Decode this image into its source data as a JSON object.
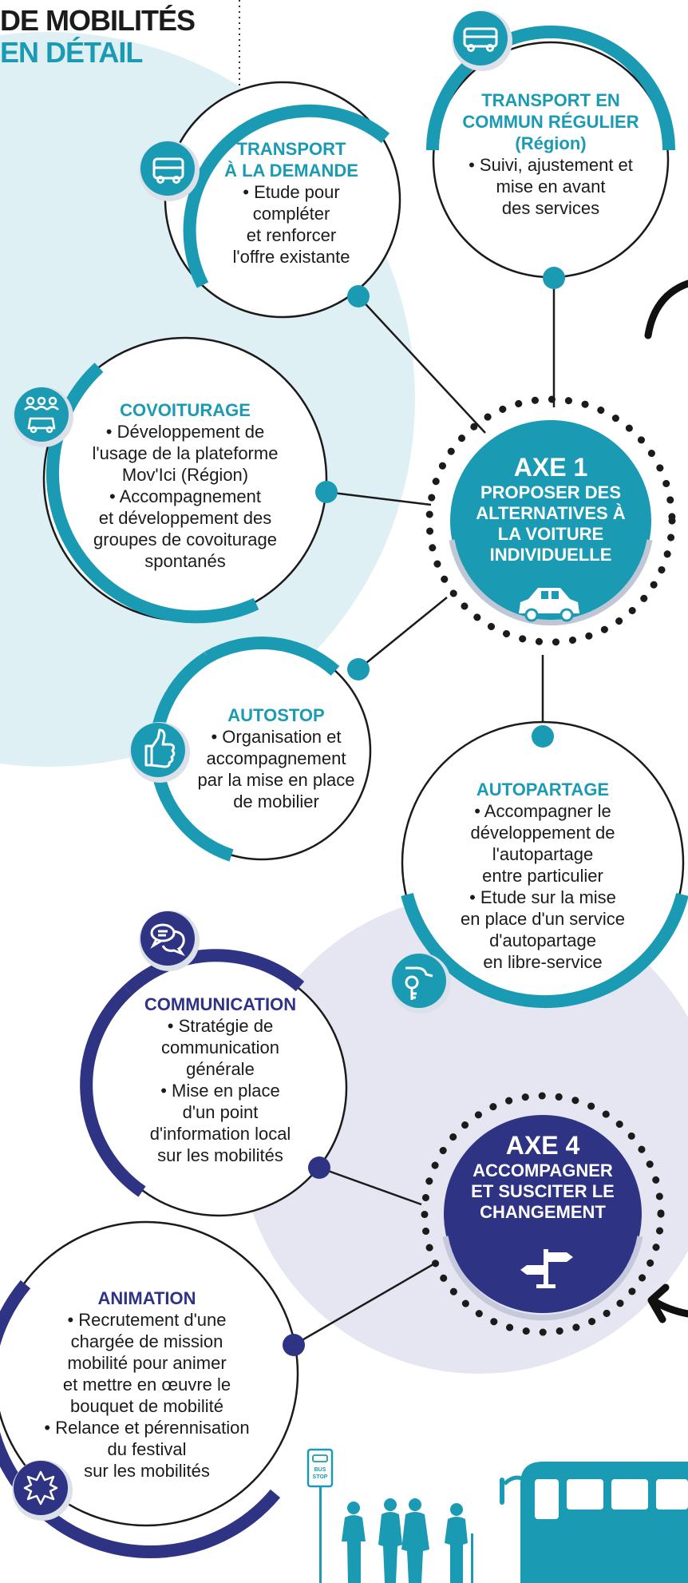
{
  "header": {
    "line1": "DE MOBILITÉS",
    "line2": "EN DÉTAIL"
  },
  "colors": {
    "teal": "#1a9bb3",
    "navy": "#2e3384",
    "light_teal_bg": "#dff0f5",
    "lavender_bg": "#e6e5f2"
  },
  "axes": [
    {
      "id": "axe1",
      "number": "AXE 1",
      "text": [
        "PROPOSER DES",
        "ALTERNATIVES À",
        "LA VOITURE",
        "INDIVIDUELLE"
      ],
      "icon": "car-icon"
    },
    {
      "id": "axe4",
      "number": "AXE 4",
      "text": [
        "ACCOMPAGNER",
        "ET SUSCITER LE",
        "CHANGEMENT"
      ],
      "icon": "signpost-icon"
    }
  ],
  "actions": {
    "tad": {
      "title": [
        "TRANSPORT",
        "À LA DEMANDE"
      ],
      "body": [
        "• Etude pour",
        "compléter",
        "et renforcer",
        "l'offre existante"
      ],
      "icon": "bus-icon"
    },
    "tcr": {
      "title": [
        "TRANSPORT EN",
        "COMMUN RÉGULIER",
        "(Région)"
      ],
      "body": [
        "• Suivi, ajustement et",
        "mise en avant",
        "des services"
      ],
      "icon": "bus-icon"
    },
    "covoiturage": {
      "title": [
        "COVOITURAGE"
      ],
      "body": [
        "• Développement de",
        "l'usage de la plateforme",
        "Mov'Ici (Région)",
        "• Accompagnement",
        "et développement des",
        "groupes de covoiturage",
        "spontanés"
      ],
      "icon": "carpool-icon"
    },
    "autostop": {
      "title": [
        "AUTOSTOP"
      ],
      "body": [
        "• Organisation et",
        "accompagnement",
        "par la mise en place",
        "de mobilier"
      ],
      "icon": "thumbs-up-icon"
    },
    "autopartage": {
      "title": [
        "AUTOPARTAGE"
      ],
      "body": [
        "• Accompagner le",
        "développement de",
        "l'autopartage",
        "entre particulier",
        "• Etude sur la mise",
        "en place d'un service",
        "d'autopartage",
        "en libre-service"
      ],
      "icon": "key-hand-icon"
    },
    "communication": {
      "title": [
        "COMMUNICATION"
      ],
      "body": [
        "• Stratégie de",
        "communication",
        "générale",
        "• Mise en place",
        "d'un point",
        "d'information local",
        "sur les mobilités"
      ],
      "icon": "speech-bubbles-icon"
    },
    "animation": {
      "title": [
        "ANIMATION"
      ],
      "body": [
        "• Recrutement d'une",
        "chargée de mission",
        "mobilité pour animer",
        "et mettre en œuvre le",
        "bouquet de mobilité",
        "• Relance et pérennisation",
        "du festival",
        "sur les mobilités"
      ],
      "icon": "starburst-icon"
    }
  },
  "bus_stop_sign": [
    "BUS",
    "STOP"
  ]
}
